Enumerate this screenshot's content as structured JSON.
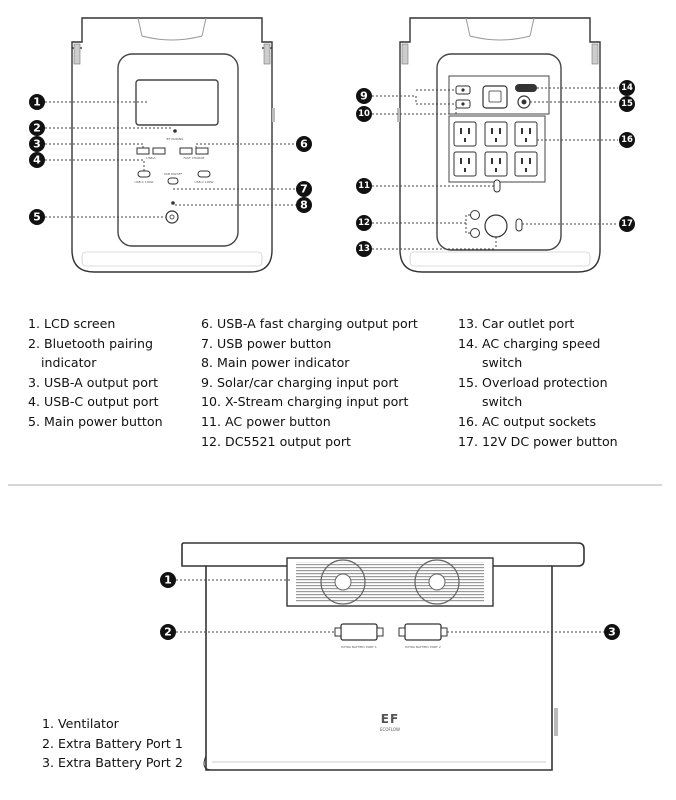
{
  "top_front_legend": [
    "1. LCD screen",
    "2. Bluetooth pairing",
    "indicator",
    "3. USB-A output port",
    "4. USB-C output port",
    "5. Main power button"
  ],
  "top_mid_legend": [
    "6. USB-A fast charging output port",
    "7. USB power button",
    "8. Main power indicator",
    "9. Solar/car charging input port",
    "10. X-Stream charging input port",
    "11. AC power button",
    "12. DC5521 output port"
  ],
  "top_right_legend": [
    "13. Car outlet port",
    "14. AC charging speed",
    "switch",
    "15. Overload protection",
    "switch",
    "16. AC output sockets",
    "17. 12V DC power button"
  ],
  "bottom_legend": [
    "1. Ventilator",
    "2. Extra Battery Port 1",
    "3. Extra Battery Port 2"
  ],
  "front_callouts": [
    "1",
    "2",
    "3",
    "4",
    "5",
    "6",
    "7",
    "8"
  ],
  "back_callouts": [
    "9",
    "10",
    "11",
    "12",
    "13",
    "14",
    "15",
    "16",
    "17"
  ],
  "bottom_callouts": [
    "1",
    "2",
    "3"
  ],
  "logo_text": "ECOFLOW",
  "logo_mark": "EF"
}
